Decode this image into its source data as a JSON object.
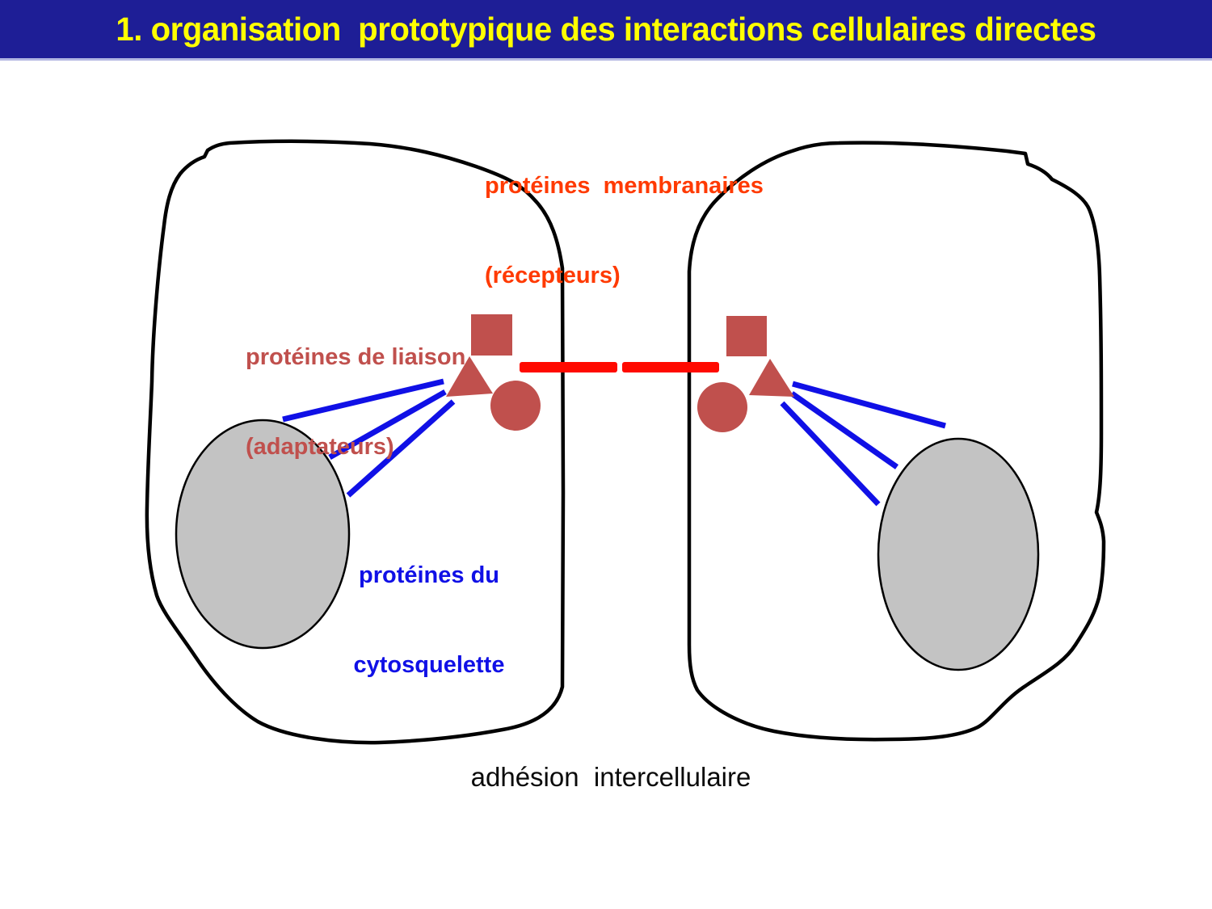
{
  "title": {
    "text": "1. organisation  prototypique des interactions cellulaires directes"
  },
  "labels": {
    "membrane": {
      "line1": "protéines  membranaires",
      "line2": "(récepteurs)"
    },
    "adapter": {
      "line1": "protéines de liaison",
      "line2": "(adaptateurs)"
    },
    "cytoskeleton": {
      "line1": "protéines du",
      "line2": "cytosquelette"
    },
    "caption": "adhésion  intercellulaire"
  },
  "colors": {
    "title_bar_bg": "#1e1e96",
    "title_text": "#ffff00",
    "membrane_label": "#ff3a00",
    "adapter": "#c0504d",
    "cytoskeleton_blue": "#1010e6",
    "receptor_red": "#ff0a00",
    "nucleus_fill": "#c3c3c3",
    "outline_black": "#000000",
    "background": "#ffffff"
  },
  "diagram": {
    "parts": [
      "left-cell-membrane",
      "right-cell-membrane",
      "left-nucleus",
      "right-nucleus",
      "receptor-bar-left",
      "receptor-bar-right",
      "adapter-square",
      "adapter-triangle",
      "adapter-circle",
      "cytoskeleton-filaments"
    ]
  }
}
